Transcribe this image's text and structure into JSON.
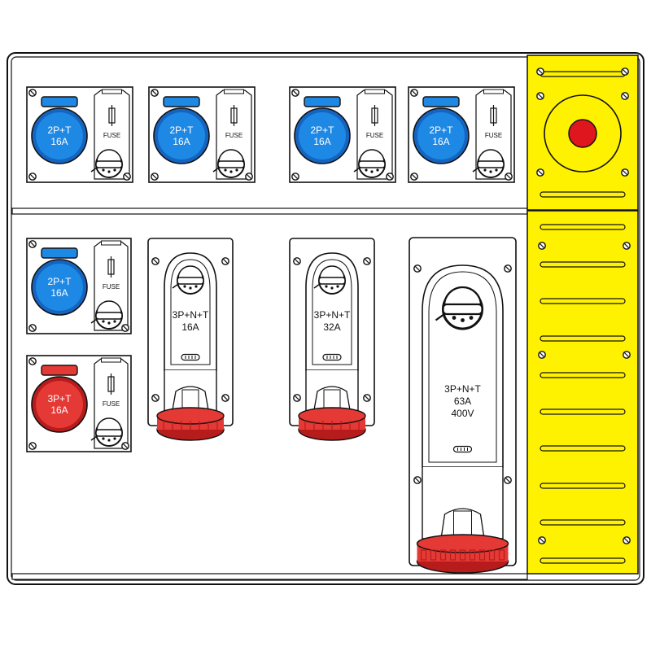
{
  "colors": {
    "outline": "#111111",
    "panel": "#ffffff",
    "divider": "#e6e6e6",
    "blue": "#1e88e5",
    "blue_dark": "#1565c0",
    "red": "#e53935",
    "red_dark": "#b71c1c",
    "yellow": "#fff200",
    "stop_button": "#e0161e"
  },
  "top_row": [
    {
      "line1": "2P+T",
      "line2": "16A",
      "fuse": "FUSE"
    },
    {
      "line1": "2P+T",
      "line2": "16A",
      "fuse": "FUSE"
    },
    {
      "line1": "2P+T",
      "line2": "16A",
      "fuse": "FUSE"
    },
    {
      "line1": "2P+T",
      "line2": "16A",
      "fuse": "FUSE"
    }
  ],
  "left_column": [
    {
      "line1": "2P+T",
      "line2": "16A",
      "fuse": "FUSE"
    },
    {
      "line1": "3P+T",
      "line2": "16A",
      "fuse": "FUSE"
    }
  ],
  "interlocked": [
    {
      "line1": "3P+N+T",
      "line2": "16A"
    },
    {
      "line1": "3P+N+T",
      "line2": "32A"
    }
  ],
  "large_interlocked": {
    "line1": "3P+N+T",
    "line2": "63A",
    "line3": "400V"
  }
}
